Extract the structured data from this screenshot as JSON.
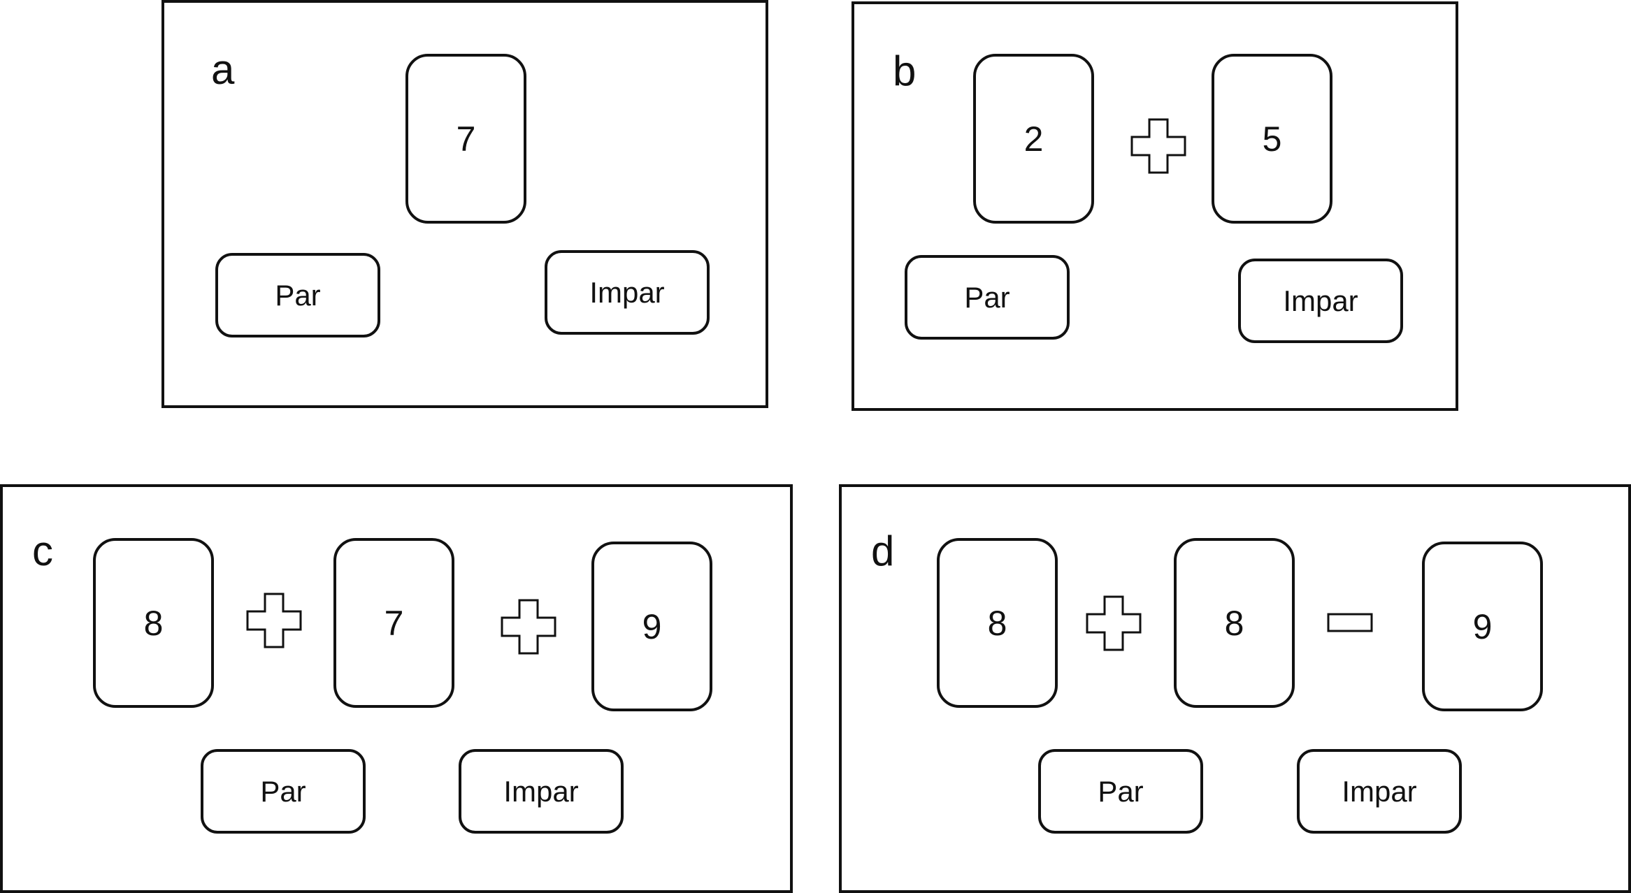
{
  "panels": {
    "a": {
      "letter": "a",
      "cards": [
        "7"
      ],
      "answers": {
        "even": "Par",
        "odd": "Impar"
      }
    },
    "b": {
      "letter": "b",
      "cards": [
        "2",
        "5"
      ],
      "operators": [
        "plus-icon"
      ],
      "answers": {
        "even": "Par",
        "odd": "Impar"
      }
    },
    "c": {
      "letter": "c",
      "cards": [
        "8",
        "7",
        "9"
      ],
      "operators": [
        "plus-icon",
        "plus-icon"
      ],
      "answers": {
        "even": "Par",
        "odd": "Impar"
      }
    },
    "d": {
      "letter": "d",
      "cards": [
        "8",
        "8",
        "9"
      ],
      "operators": [
        "plus-icon",
        "minus-icon"
      ],
      "answers": {
        "even": "Par",
        "odd": "Impar"
      }
    }
  }
}
